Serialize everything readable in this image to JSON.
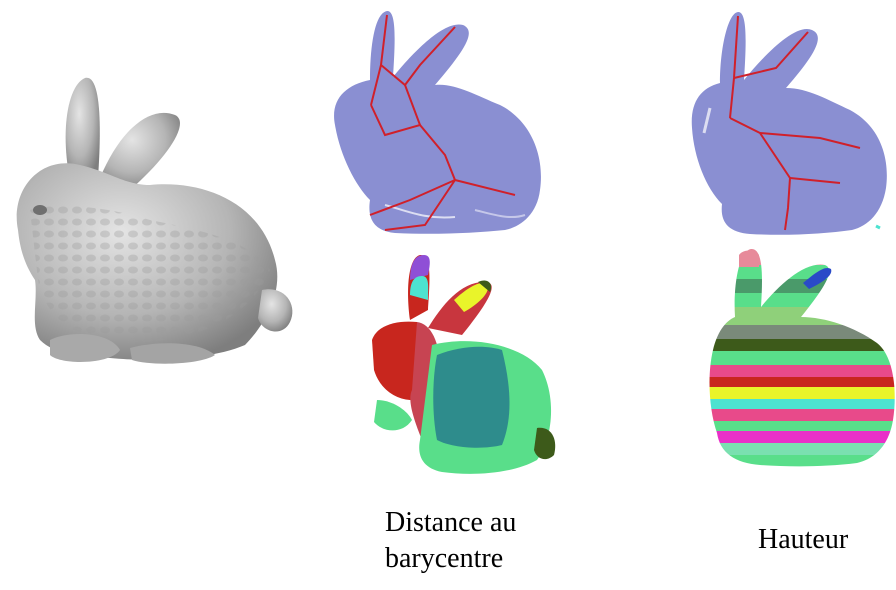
{
  "captions": {
    "left": {
      "line1": "Distance au",
      "line2": "barycentre"
    },
    "right": {
      "line1": "Hauteur"
    }
  },
  "colors": {
    "mesh_gray": "#b9b9b9",
    "mesh_shadow": "#8c8c8c",
    "silhouette_blue": "#8a8fd2",
    "skeleton_red": "#d0202a",
    "segment_red": "#c8261e",
    "segment_teal": "#2e8c8c",
    "segment_green": "#59de8a",
    "segment_dark_green": "#3d5a1a",
    "segment_yellow": "#e9f42a",
    "segment_cyan": "#4de3d0",
    "segment_purple": "#8f4fd6",
    "segment_pink": "#e84a8a",
    "segment_magenta": "#e830c8"
  }
}
